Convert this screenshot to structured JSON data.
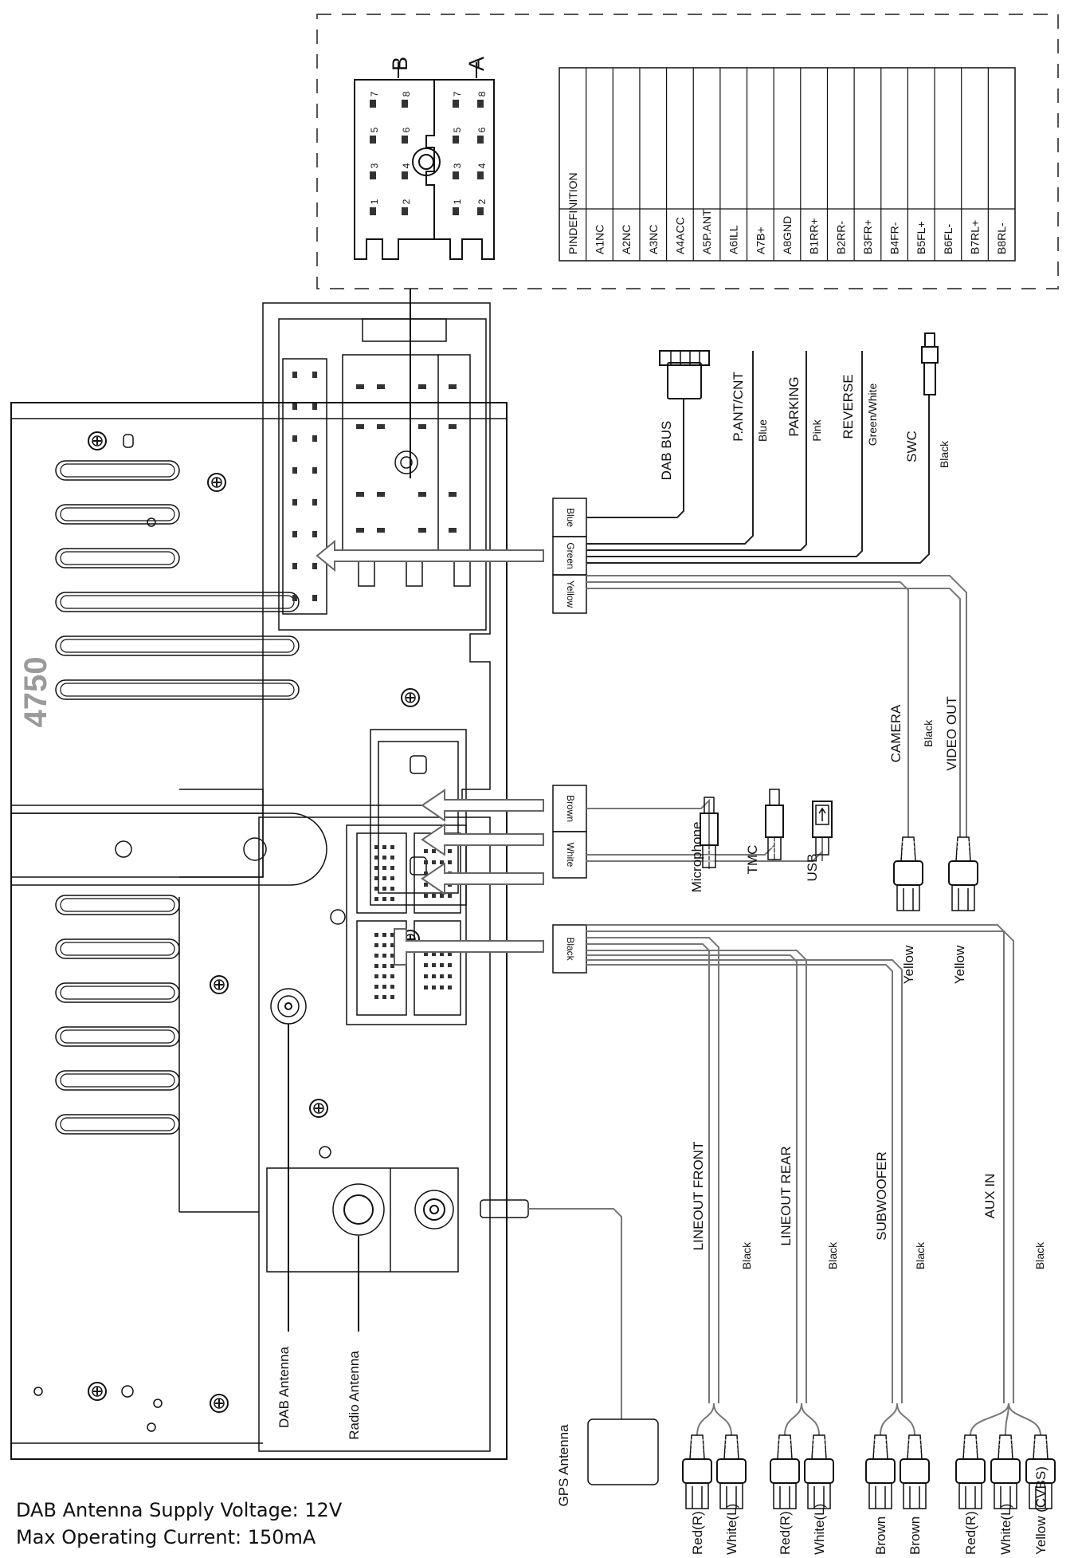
{
  "connector_iso": {
    "pin_table_header": "PINDEFINITION",
    "pins": [
      "A1NC",
      "A2NC",
      "A3NC",
      "A4ACC",
      "A5P.ANT",
      "A6ILL",
      "A7B+",
      "A8GND",
      "B1RR+",
      "B2RR-",
      "B3FR+",
      "B4FR-",
      "B5FL+",
      "B6FL-",
      "B7RL+",
      "B8RL-"
    ],
    "row_b_letter": "B",
    "row_a_letter": "A",
    "pin_numbers": [
      "1",
      "2",
      "3",
      "4",
      "5",
      "6",
      "7",
      "8"
    ]
  },
  "unit": {
    "model_mark": "4750"
  },
  "top_wires": {
    "dab_bus": "DAB BUS",
    "pant_cnt": "P.ANT/CNT",
    "pant_color": "Blue",
    "parking": "PARKING",
    "parking_color": "Pink",
    "reverse": "REVERSE",
    "reverse_color": "Green/White",
    "swc": "SWC",
    "swc_color": "Black"
  },
  "harness_tags": {
    "blue": "Blue",
    "green": "Green",
    "yellow": "Yellow",
    "brown": "Brown",
    "white": "White",
    "black": "Black"
  },
  "video": {
    "camera": "CAMERA",
    "camera_color": "Black",
    "video_out": "VIDEO OUT",
    "camera_plug": "Yellow",
    "video_out_plug": "Yellow"
  },
  "aux_ports": {
    "microphone": "Microphone",
    "tmc": "TMC",
    "usb": "USB"
  },
  "audio_outputs": {
    "lineout_front": "LINEOUT FRONT",
    "lineout_front_color": "Black",
    "lineout_rear": "LINEOUT REAR",
    "lineout_rear_color": "Black",
    "subwoofer": "SUBWOOFER",
    "subwoofer_color": "Black",
    "aux_in": "AUX IN",
    "aux_in_color": "Black",
    "plugs": [
      "Red(R)",
      "White(L)",
      "Red(R)",
      "White(L)",
      "Brown",
      "Brown",
      "Red(R)",
      "White(L)",
      "Yellow (CVBS)"
    ]
  },
  "antennas": {
    "dab": "DAB Antenna",
    "radio": "Radio Antenna",
    "gps": "GPS Antenna"
  },
  "notes": {
    "line1": "DAB Antenna Supply Voltage: 12V",
    "line2": "Max Operating Current: 150mA"
  }
}
